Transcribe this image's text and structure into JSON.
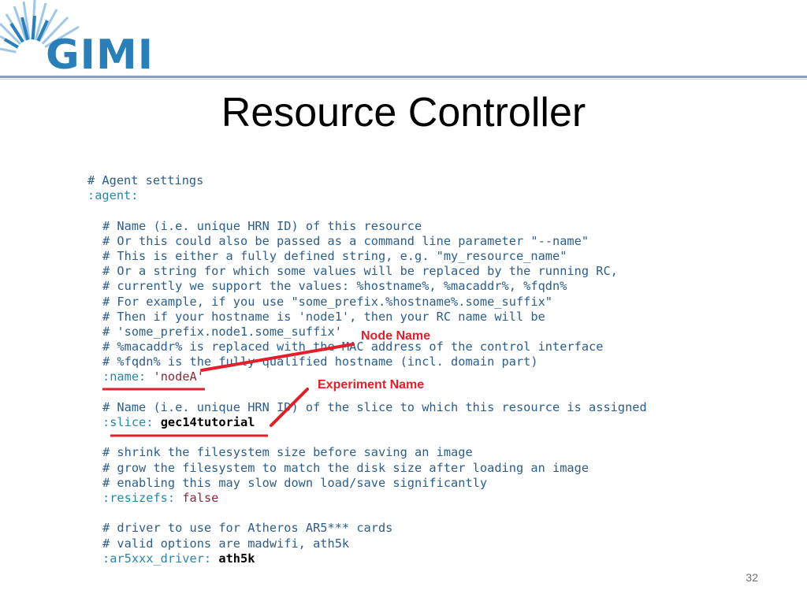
{
  "logo": {
    "text": "GIMI"
  },
  "slide": {
    "title": "Resource Controller",
    "page_number": "32"
  },
  "annotations": {
    "node_name": "Node Name",
    "experiment_name": "Experiment Name"
  },
  "code": {
    "l01": "# Agent settings",
    "l02": ":agent:",
    "l03": "# Name (i.e. unique HRN ID) of this resource",
    "l04": "# Or this could also be passed as a command line parameter \"--name\"",
    "l05": "# This is either a fully defined string, e.g. \"my_resource_name\"",
    "l06": "# Or a string for which some values will be replaced by the running RC,",
    "l07": "# currently we support the values: %hostname%, %macaddr%, %fqdn%",
    "l08": "# For example, if you use \"some_prefix.%hostname%.some_suffix\"",
    "l09": "# Then if your hostname is 'node1', then your RC name will be",
    "l10": "# 'some_prefix.node1.some_suffix'",
    "l11": "# %macaddr% is replaced with the MAC address of the control interface",
    "l12": "# %fqdn% is the fully qualified hostname (incl. domain part)",
    "name_key": ":name:",
    "name_val": "'nodeA'",
    "l14": "# Name (i.e. unique HRN ID) of the slice to which this resource is assigned",
    "slice_key": ":slice:",
    "slice_val": "gec14tutorial",
    "l16": "# shrink the filesystem size before saving an image",
    "l17": "# grow the filesystem to match the disk size after loading an image",
    "l18": "# enabling this may slow down load/save significantly",
    "resize_key": ":resizefs:",
    "resize_val": "false",
    "l20": "# driver to use for Atheros AR5*** cards",
    "l21": "# valid options are madwifi, ath5k",
    "driver_key": ":ar5xxx_driver:",
    "driver_val": "ath5k"
  },
  "colors": {
    "annotation": "#e0202a",
    "logo": "#2a7fb8"
  }
}
